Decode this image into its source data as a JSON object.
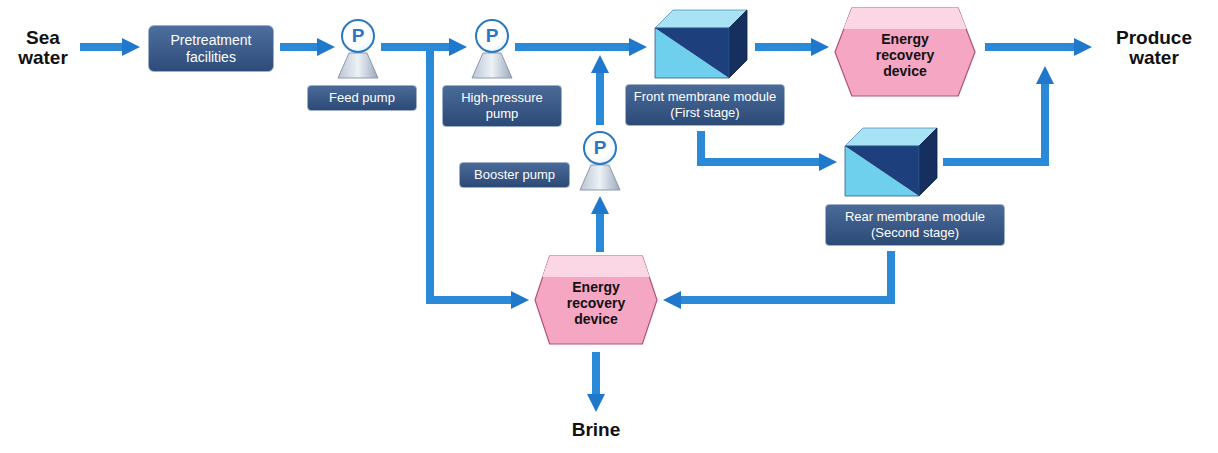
{
  "diagram": {
    "nodes": [
      {
        "text": [
          "Pretreatment facilities"
        ]
      },
      {
        "text": [
          "P",
          "Feed pump"
        ]
      },
      {
        "text": [
          "P",
          "High-pressure pump"
        ]
      },
      {
        "text": [
          "Front membrane module (First stage)"
        ]
      },
      {
        "text": [
          "Energy recovery device"
        ]
      },
      {
        "text": [
          "P",
          "Booster pump"
        ]
      },
      {
        "text": [
          "Rear membrane module (Second stage)"
        ]
      },
      {
        "text": [
          "Energy recovery device"
        ]
      }
    ],
    "edges": [
      {
        "from": 0,
        "to": 1,
        "arrow": "to"
      },
      {
        "from": 1,
        "to": 2,
        "arrow": "to"
      },
      {
        "from": 2,
        "to": 3,
        "arrow": "to"
      },
      {
        "from": 3,
        "to": 4,
        "arrow": "to"
      },
      {
        "from": 3,
        "to": 6,
        "arrow": "to"
      },
      {
        "from": 1,
        "to": 7,
        "arrow": "to"
      },
      {
        "from": 6,
        "to": 7,
        "arrow": "to"
      },
      {
        "from": 7,
        "to": 5,
        "arrow": "to"
      },
      {
        "from": 5,
        "to": 3,
        "arrow": "to"
      }
    ],
    "labels": [
      "Sea water",
      "Produce water",
      "Brine"
    ]
  }
}
